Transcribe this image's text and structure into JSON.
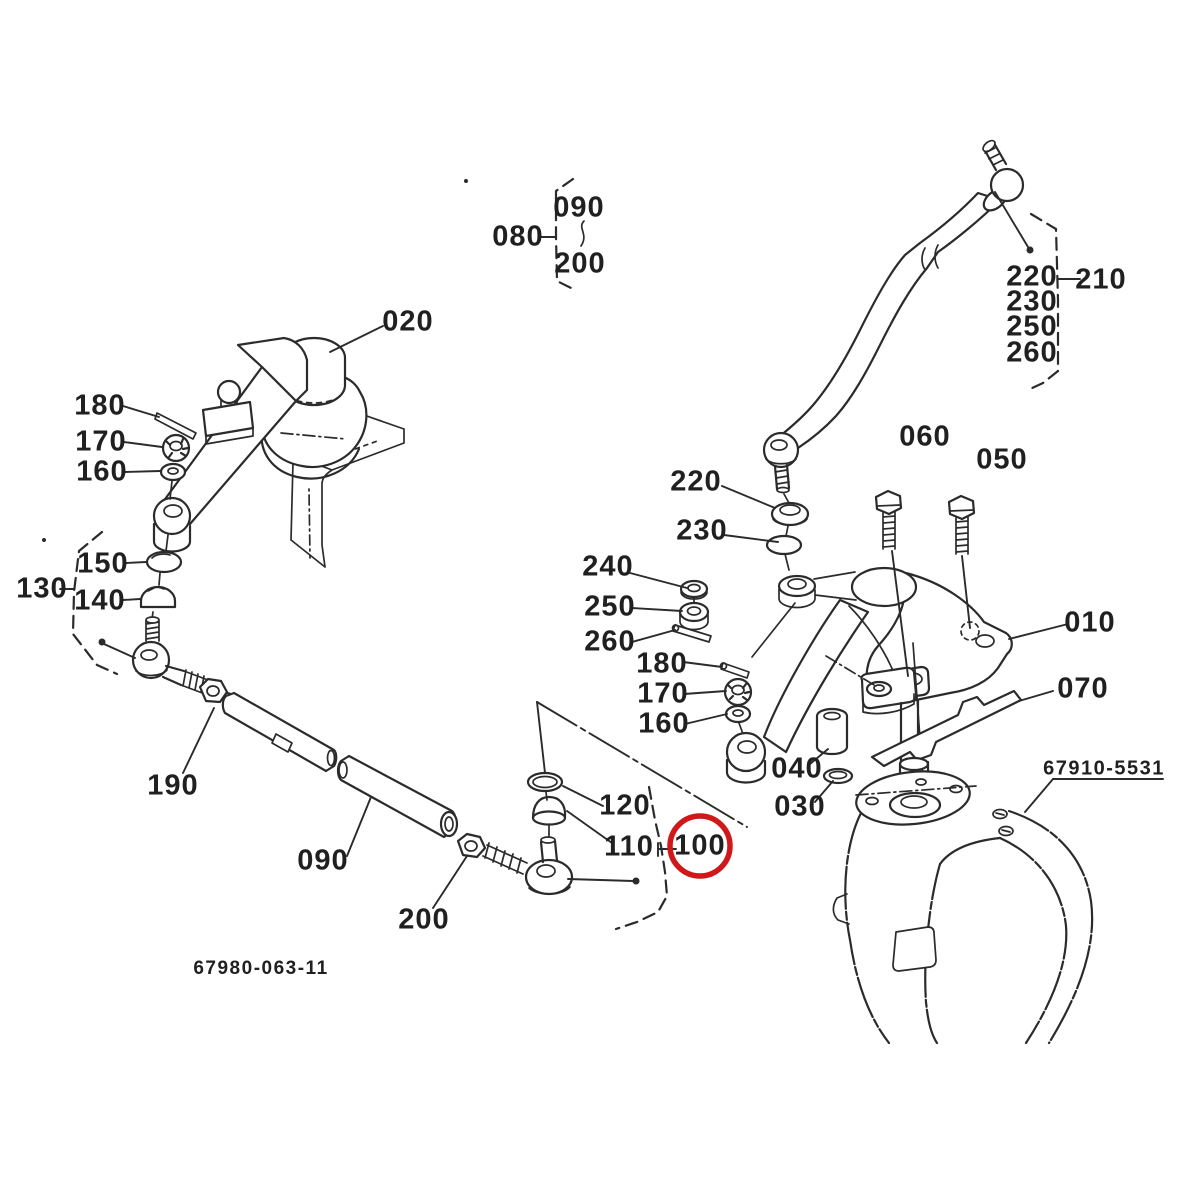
{
  "diagram": {
    "background": "#ffffff",
    "ink_color": "#2b2b2b",
    "highlight_color": "#d0181b",
    "highlighted_part": "100",
    "drawing_code": "67980-063-11",
    "reference_code": "67910-5531",
    "labels": {
      "l080": "080",
      "l090_top": "090",
      "l200_top": "200",
      "l020": "020",
      "l180_left": "180",
      "l170_left": "170",
      "l160_left": "160",
      "l130": "130",
      "l150": "150",
      "l140": "140",
      "l190": "190",
      "l090": "090",
      "l200_bottom": "200",
      "l220_mid": "220",
      "l230_mid": "230",
      "l240": "240",
      "l250": "250",
      "l260": "260",
      "l180_mid": "180",
      "l170_mid": "170",
      "l160_mid": "160",
      "l060": "060",
      "l050": "050",
      "l010": "010",
      "l070": "070",
      "l220_right": "220",
      "l230_right": "230",
      "l250_right": "250",
      "l260_right": "260",
      "l210": "210",
      "l120": "120",
      "l110": "110",
      "l100": "100",
      "l040": "040",
      "l030": "030"
    }
  }
}
